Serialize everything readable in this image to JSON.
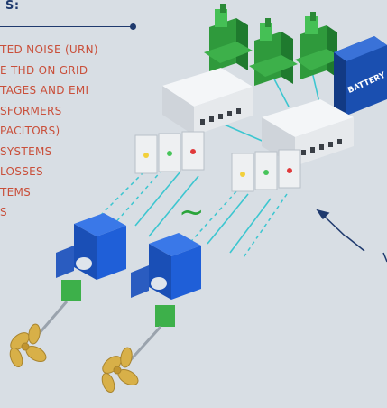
{
  "header": {
    "title": "S:"
  },
  "issues": [
    "TED NOISE (URN)",
    "E THD ON GRID",
    "TAGES AND EMI",
    "SFORMERS",
    "PACITORS)",
    "SYSTEMS",
    "LOSSES",
    "TEMS",
    "S"
  ],
  "battery": {
    "label": "BATTERY",
    "color": "#1a4fb0"
  },
  "ac_symbol": "~",
  "colors": {
    "generator": "#3db04a",
    "motor": "#1f5fd8",
    "panel": "#eef0f2",
    "cable": "#3cc6d0",
    "propeller": "#d8b048",
    "text_accent": "#c94f3a",
    "title": "#1f3a6e"
  },
  "icons": [
    "generator-icon",
    "battery-icon",
    "switchboard-icon",
    "converter-icon",
    "motor-icon",
    "propeller-icon",
    "arrow-icon"
  ]
}
